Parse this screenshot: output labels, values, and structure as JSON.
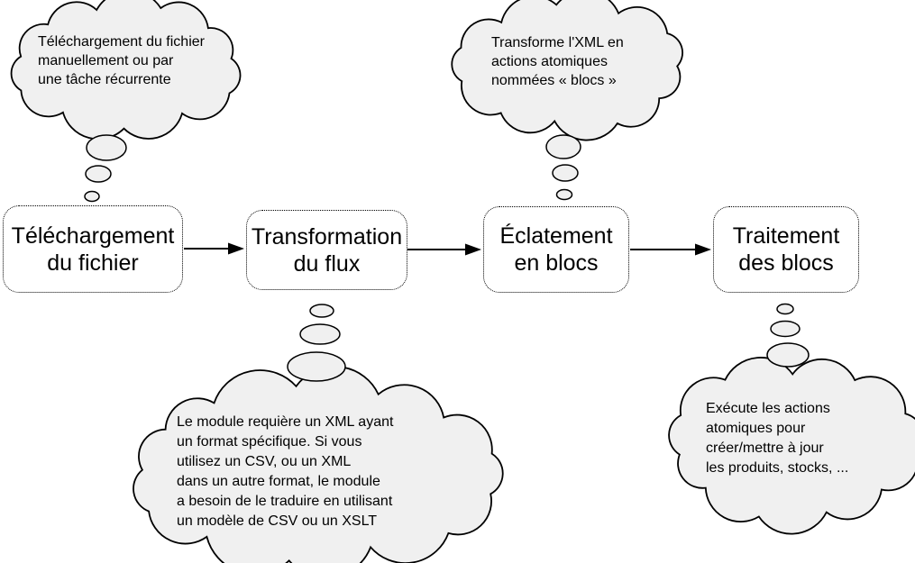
{
  "diagram": {
    "steps": [
      {
        "label": "Téléchargement\ndu fichier"
      },
      {
        "label": "Transformation\ndu flux"
      },
      {
        "label": "Éclatement\nen blocs"
      },
      {
        "label": "Traitement\ndes blocs"
      }
    ],
    "thoughts": [
      {
        "text": "Téléchargement du fichier\nmanuellement ou par\nune tâche récurrente"
      },
      {
        "text": "Transforme l'XML en\nactions atomiques\nnommées « blocs »"
      },
      {
        "text": "Le module requière un XML ayant\nun format spécifique. Si vous\nutilisez un CSV, ou un XML\ndans un autre format, le module\na besoin de le traduire en utilisant\nun modèle de CSV ou un XSLT"
      },
      {
        "text": "Exécute les actions\natomiques pour\ncréer/mettre à jour\nles produits, stocks, ..."
      }
    ],
    "colors": {
      "cloud_fill": "#f0f0f0",
      "stroke": "#000000",
      "box_fill": "#ffffff"
    }
  }
}
